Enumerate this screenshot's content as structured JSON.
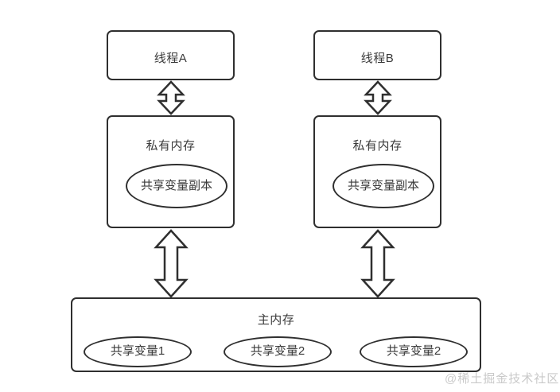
{
  "diagram": {
    "title_hidden": "",
    "threads": [
      {
        "id": "thread-a",
        "thread_label": "线程A",
        "private_memory_label": "私有内存",
        "shared_copy_label": "共享变量副本"
      },
      {
        "id": "thread-b",
        "thread_label": "线程B",
        "private_memory_label": "私有内存",
        "shared_copy_label": "共享变量副本"
      }
    ],
    "main_memory": {
      "label": "主内存",
      "variables": [
        {
          "label": "共享变量1"
        },
        {
          "label": "共享变量2"
        },
        {
          "label": "共享变量2"
        }
      ]
    },
    "connectors": [
      {
        "name": "thread-a-to-private-memory-a",
        "kind": "double-headed-arrow"
      },
      {
        "name": "thread-b-to-private-memory-b",
        "kind": "double-headed-arrow"
      },
      {
        "name": "private-memory-a-to-main-memory",
        "kind": "double-headed-arrow"
      },
      {
        "name": "private-memory-b-to-main-memory",
        "kind": "double-headed-arrow"
      }
    ]
  },
  "watermark": {
    "text": "@稀土掘金技术社区"
  },
  "colors": {
    "background": "#ffffff",
    "stroke": "#2f2f2f",
    "text": "#3a3a3a",
    "watermark": "#c9c9c9"
  }
}
